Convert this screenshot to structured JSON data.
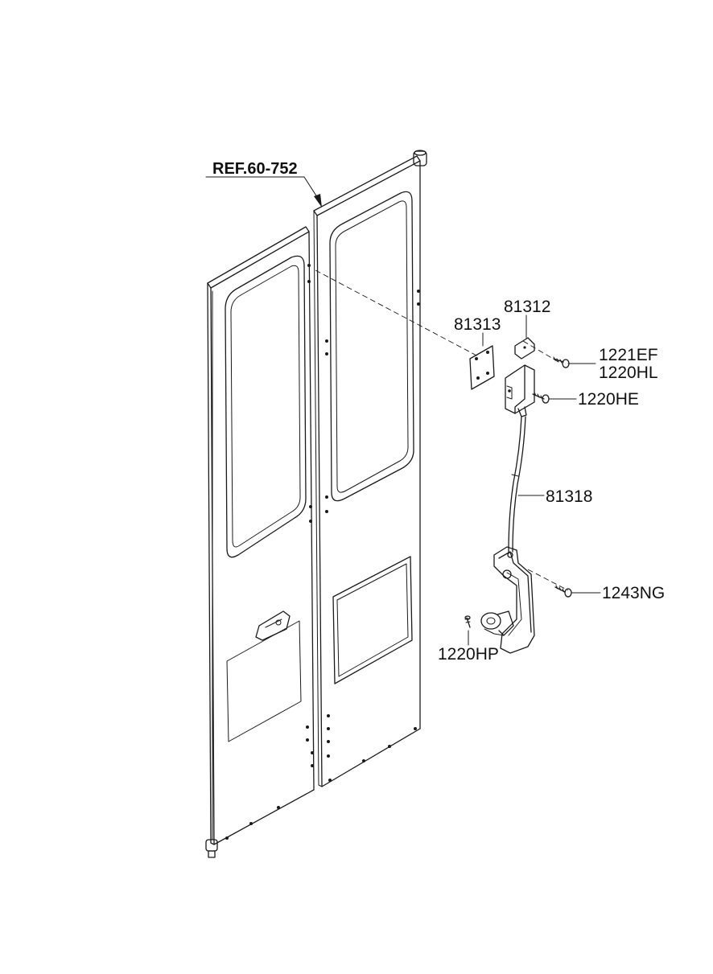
{
  "diagram": {
    "reference_label": "REF.60-752",
    "part_labels": {
      "p81312": "81312",
      "p81313": "81313",
      "p1221EF": "1221EF",
      "p1220HL": "1220HL",
      "p1220HE": "1220HE",
      "p81318": "81318",
      "p1243NG": "1243NG",
      "p1220HP": "1220HP"
    },
    "icons": [
      "door-panel",
      "hinge-bracket",
      "latch-assembly",
      "cable",
      "screw-icon"
    ],
    "line_color": "#1a1a1a",
    "background_color": "#ffffff"
  }
}
